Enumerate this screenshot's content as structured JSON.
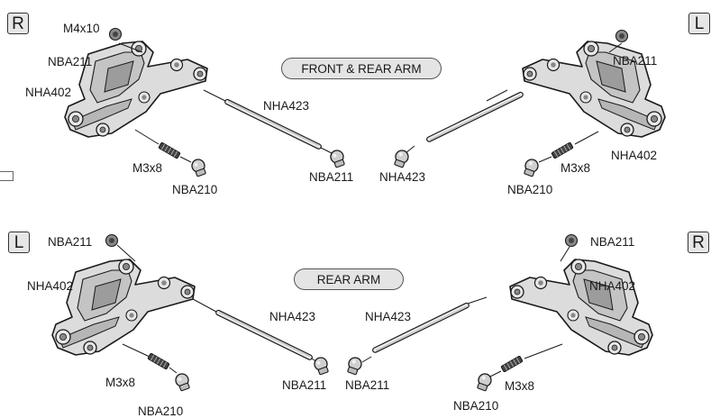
{
  "sections": [
    {
      "title": "FRONT & REAR ARM",
      "left_side": "R",
      "right_side": "L"
    },
    {
      "title": "REAR ARM",
      "left_side": "L",
      "right_side": "R"
    }
  ],
  "labels": {
    "s1_left_m4x10": "M4x10",
    "s1_left_nba211_top": "NBA211",
    "s1_left_nha402": "NHA402",
    "s1_nha423_left": "NHA423",
    "s1_left_m3x8": "M3x8",
    "s1_left_nba210": "NBA210",
    "s1_nba211_center": "NBA211",
    "s1_nha423_center": "NHA423",
    "s1_right_nba211_top": "NBA211",
    "s1_right_nha402": "NHA402",
    "s1_right_m3x8": "M3x8",
    "s1_right_nba210": "NBA210",
    "s2_left_nba211_top": "NBA211",
    "s2_left_nha402": "NHA402",
    "s2_nha423_left": "NHA423",
    "s2_nha423_right": "NHA423",
    "s2_left_m3x8": "M3x8",
    "s2_left_nba210": "NBA210",
    "s2_nba211_center_left": "NBA211",
    "s2_nba211_center_right": "NBA211",
    "s2_right_nba211_top": "NBA211",
    "s2_right_nha402": "NHA402",
    "s2_right_m3x8": "M3x8",
    "s2_right_nba210": "NBA210"
  }
}
